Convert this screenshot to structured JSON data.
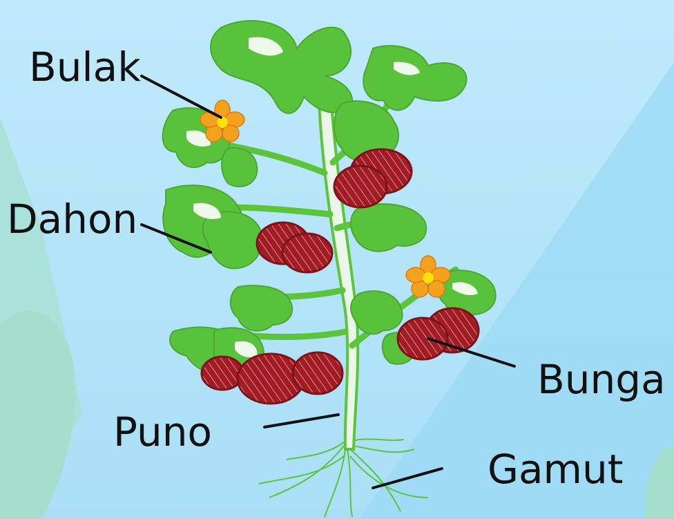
{
  "diagram": {
    "labels": {
      "flower": "Bulak",
      "leaf": "Dahon",
      "fruit": "Bunga",
      "stem": "Puno",
      "root": "Gamut"
    }
  },
  "colors": {
    "sky_light": "#c8ecfb",
    "sky": "#a9dff7",
    "mountain": "#9fdcf6",
    "bush": "#a6e0cf",
    "stem": "#5cc43a",
    "leaf": "#58c23b",
    "tomato": "#9e1b22",
    "flower_petal": "#f4a21e",
    "flower_center": "#ffe000",
    "pointer_line": "#111111"
  }
}
